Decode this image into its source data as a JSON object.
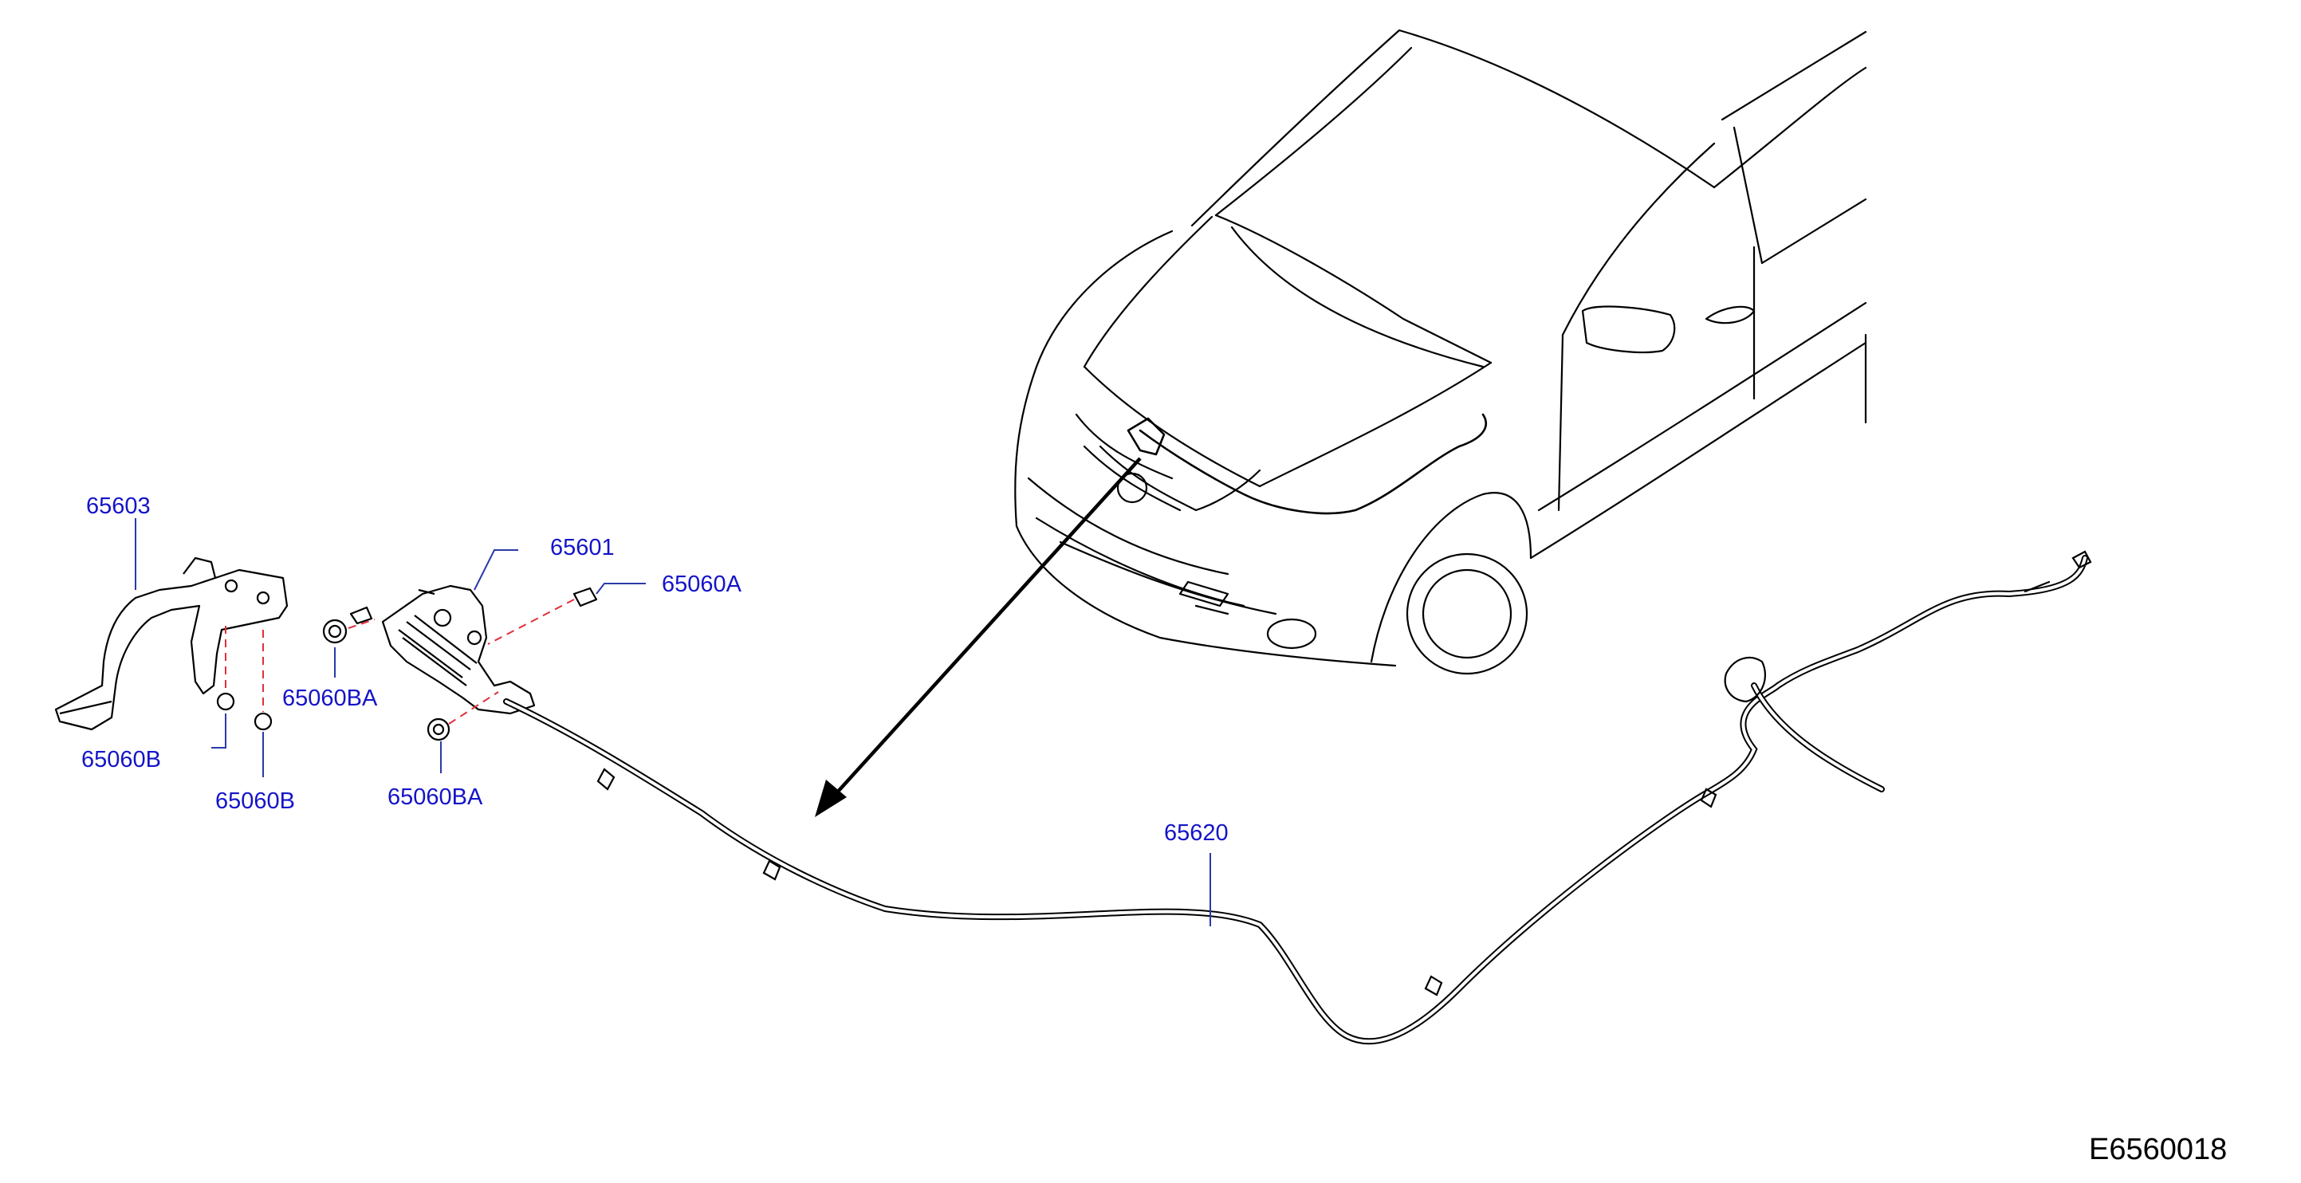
{
  "colors": {
    "label": "#1414c8",
    "leader": "#2a3aa8",
    "line": "#000000",
    "dash": "#e0303a"
  },
  "parts": [
    {
      "number": "65603"
    },
    {
      "number": "65601"
    },
    {
      "number": "65060A"
    },
    {
      "number": "65060BA"
    },
    {
      "number": "65060BA"
    },
    {
      "number": "65060B"
    },
    {
      "number": "65060B"
    },
    {
      "number": "65620"
    }
  ],
  "diagram_code": "E6560018"
}
